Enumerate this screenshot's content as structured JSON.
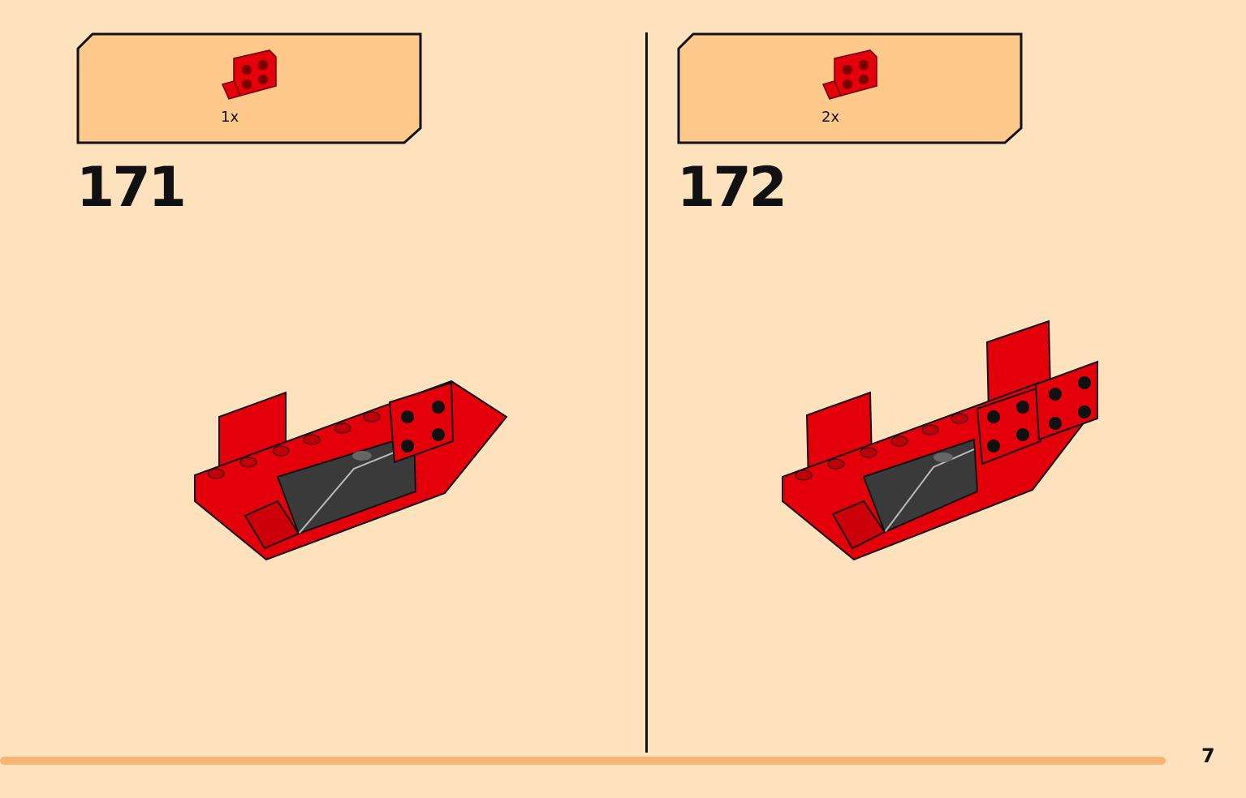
{
  "steps": [
    {
      "number": "171",
      "part_qty": "1x",
      "part_name": "red-bracket-icon",
      "model_name": "step-171-model"
    },
    {
      "number": "172",
      "part_qty": "2x",
      "part_name": "red-bracket-icon",
      "model_name": "step-172-model"
    }
  ],
  "page_number": "7",
  "colors": {
    "page_bg": "#fde2bd",
    "parts_box_bg": "#fec98a",
    "brick_red": "#e3000b",
    "brick_dark": "#3a3a3a",
    "progress": "#f7b574"
  }
}
